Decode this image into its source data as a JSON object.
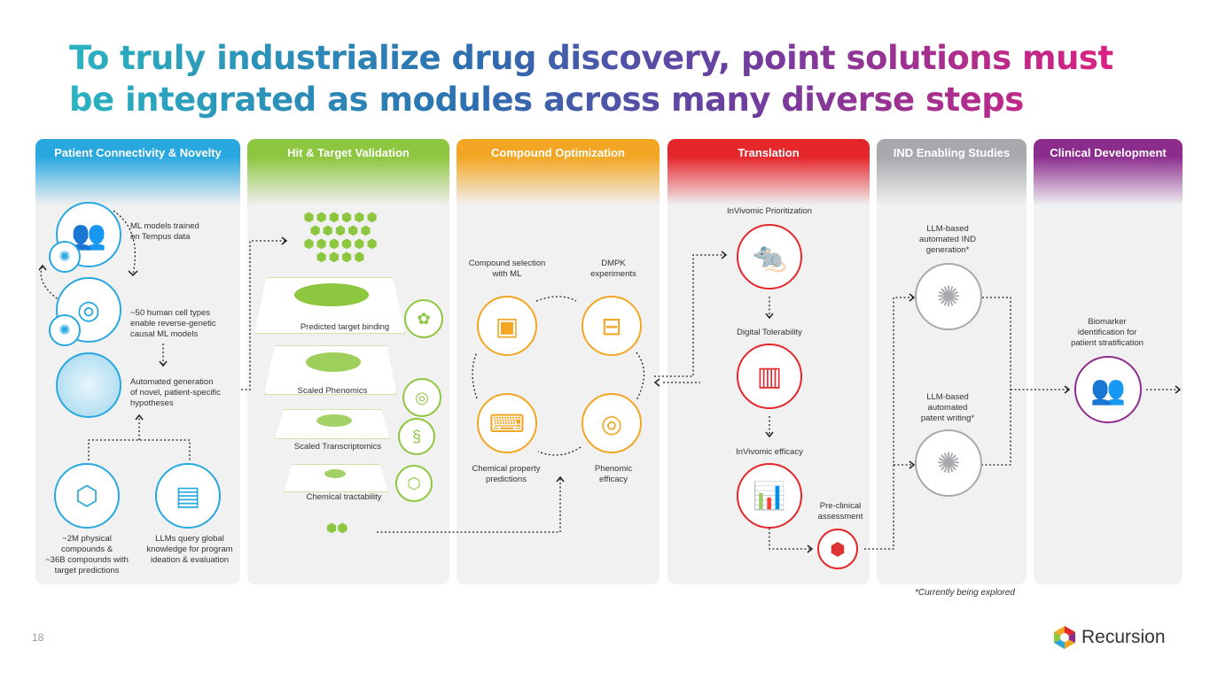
{
  "title": "To truly industrialize drug discovery, point solutions must be integrated as modules across many diverse steps",
  "columns": [
    {
      "header": "Patient Connectivity & Novelty",
      "color": "#29a8e0"
    },
    {
      "header": "Hit & Target Validation",
      "color": "#8dc63f"
    },
    {
      "header": "Compound Optimization",
      "color": "#f2a623"
    },
    {
      "header": "Translation",
      "color": "#e5262b"
    },
    {
      "header": "IND Enabling Studies",
      "color": "#a7a9ac"
    },
    {
      "header": "Clinical Development",
      "color": "#8c2d8e"
    }
  ],
  "patient": {
    "ml_models": "ML models trained\non Tempus data",
    "cell_types": "~50 human cell types\nenable reverse-genetic\ncausal ML models",
    "hypotheses": "Automated generation\nof novel, patient-specific\nhypotheses",
    "compounds": "~2M physical\ncompounds &\n~36B compounds with\ntarget predictions",
    "llms": "LLMs query global\nknowledge for program\nideation & evaluation"
  },
  "hit": {
    "layers": [
      "Predicted target binding",
      "Scaled Phenomics",
      "Scaled Transcriptomics",
      "Chemical tractability"
    ]
  },
  "compound": {
    "selection": "Compound selection\nwith ML",
    "dmpk": "DMPK\nexperiments",
    "chemprop": "Chemical property\npredictions",
    "phenomic": "Phenomic\nefficacy"
  },
  "translation": {
    "prioritization": "InVivomic Prioritization",
    "tolerability": "Digital Tolerability",
    "efficacy": "InVivomic efficacy",
    "preclinical": "Pre-clinical\nassessment"
  },
  "ind": {
    "ind_gen": "LLM-based\nautomated IND\ngeneration*",
    "patent": "LLM-based\nautomated\npatent writing*"
  },
  "clinical": {
    "biomarker": "Biomarker\nidentification for\npatient stratification"
  },
  "footnote": "*Currently being explored",
  "page_number": "18",
  "logo_text": "Recursion"
}
